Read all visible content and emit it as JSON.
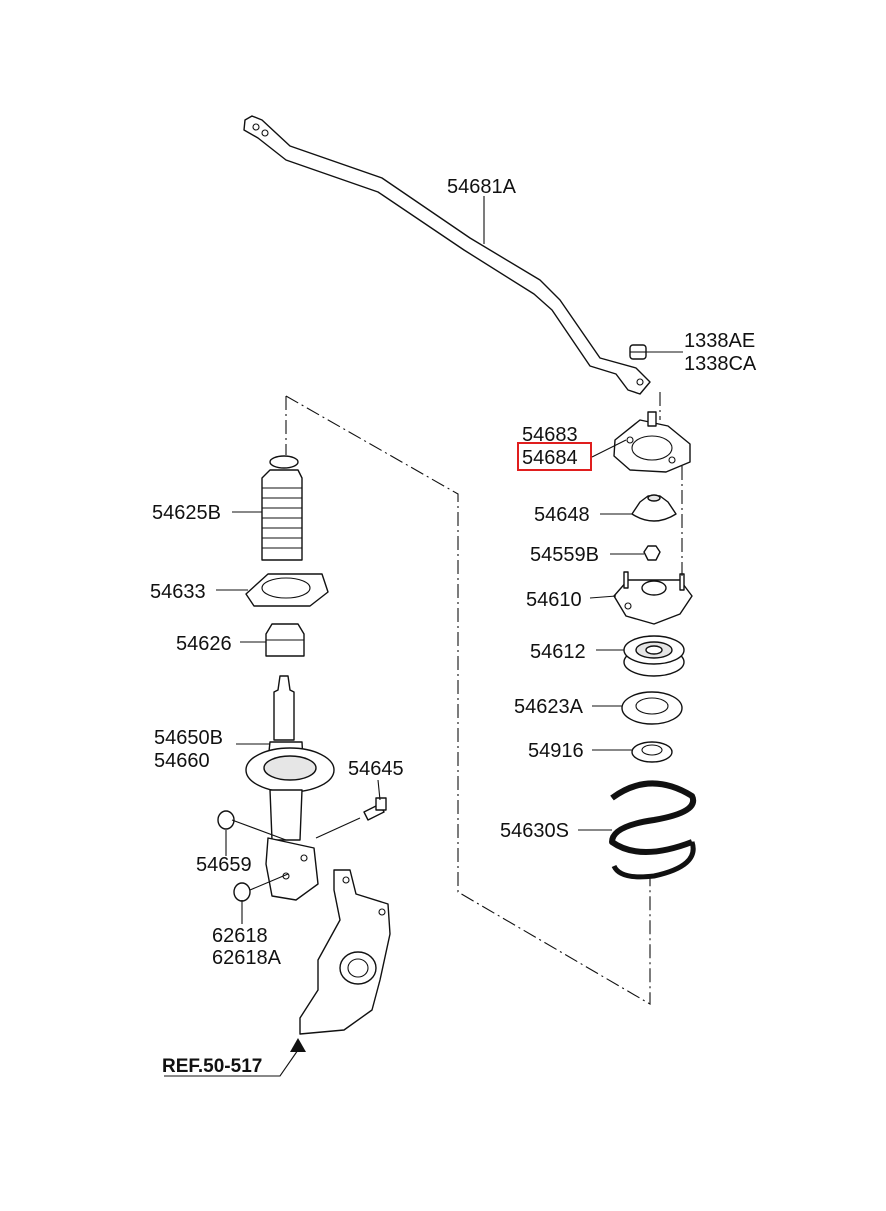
{
  "labels": {
    "p54681A": "54681A",
    "p1338AE": "1338AE",
    "p1338CA": "1338CA",
    "p54683": "54683",
    "p54684": "54684",
    "p54648": "54648",
    "p54559B": "54559B",
    "p54610": "54610",
    "p54612": "54612",
    "p54623A": "54623A",
    "p54916": "54916",
    "p54630S": "54630S",
    "p54625B": "54625B",
    "p54633": "54633",
    "p54626": "54626",
    "p54650B": "54650B",
    "p54660": "54660",
    "p54645": "54645",
    "p54659": "54659",
    "p62618": "62618",
    "p62618A": "62618A",
    "ref": "REF.50-517"
  },
  "highlight": {
    "part": "54684",
    "color": "#e01e1e"
  }
}
